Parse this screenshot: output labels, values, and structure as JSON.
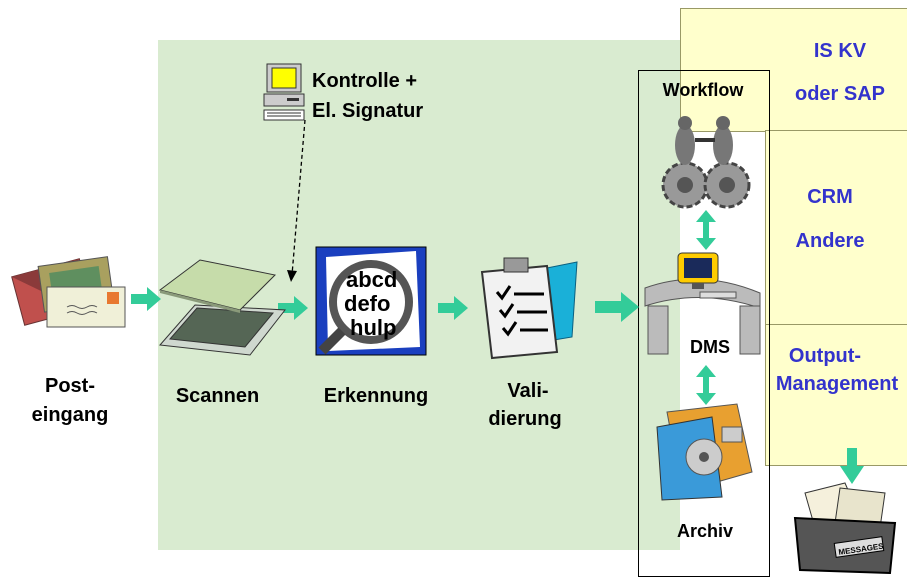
{
  "labels": {
    "posteingang_1": "Post-",
    "posteingang_2": "eingang",
    "scannen": "Scannen",
    "erkennung": "Erkennung",
    "validierung_1": "Vali-",
    "validierung_2": "dierung",
    "kontrolle_1": "Kontrolle +",
    "kontrolle_2": "El. Signatur",
    "workflow": "Workflow",
    "dms": "DMS",
    "archiv": "Archiv"
  },
  "systems": {
    "is_kv_1": "IS KV",
    "is_kv_2": "oder SAP",
    "crm": "CRM",
    "andere": "Andere",
    "output_1": "Output-",
    "output_2": "Management"
  },
  "ocr_text": [
    "abcd",
    "defo",
    "hulp"
  ],
  "messages_label": "MESSAGES",
  "colors": {
    "green_area": "#d9ebd0",
    "yellow_box": "#ffffcc",
    "arrow": "#33cc99",
    "system_text": "#3333cc"
  }
}
